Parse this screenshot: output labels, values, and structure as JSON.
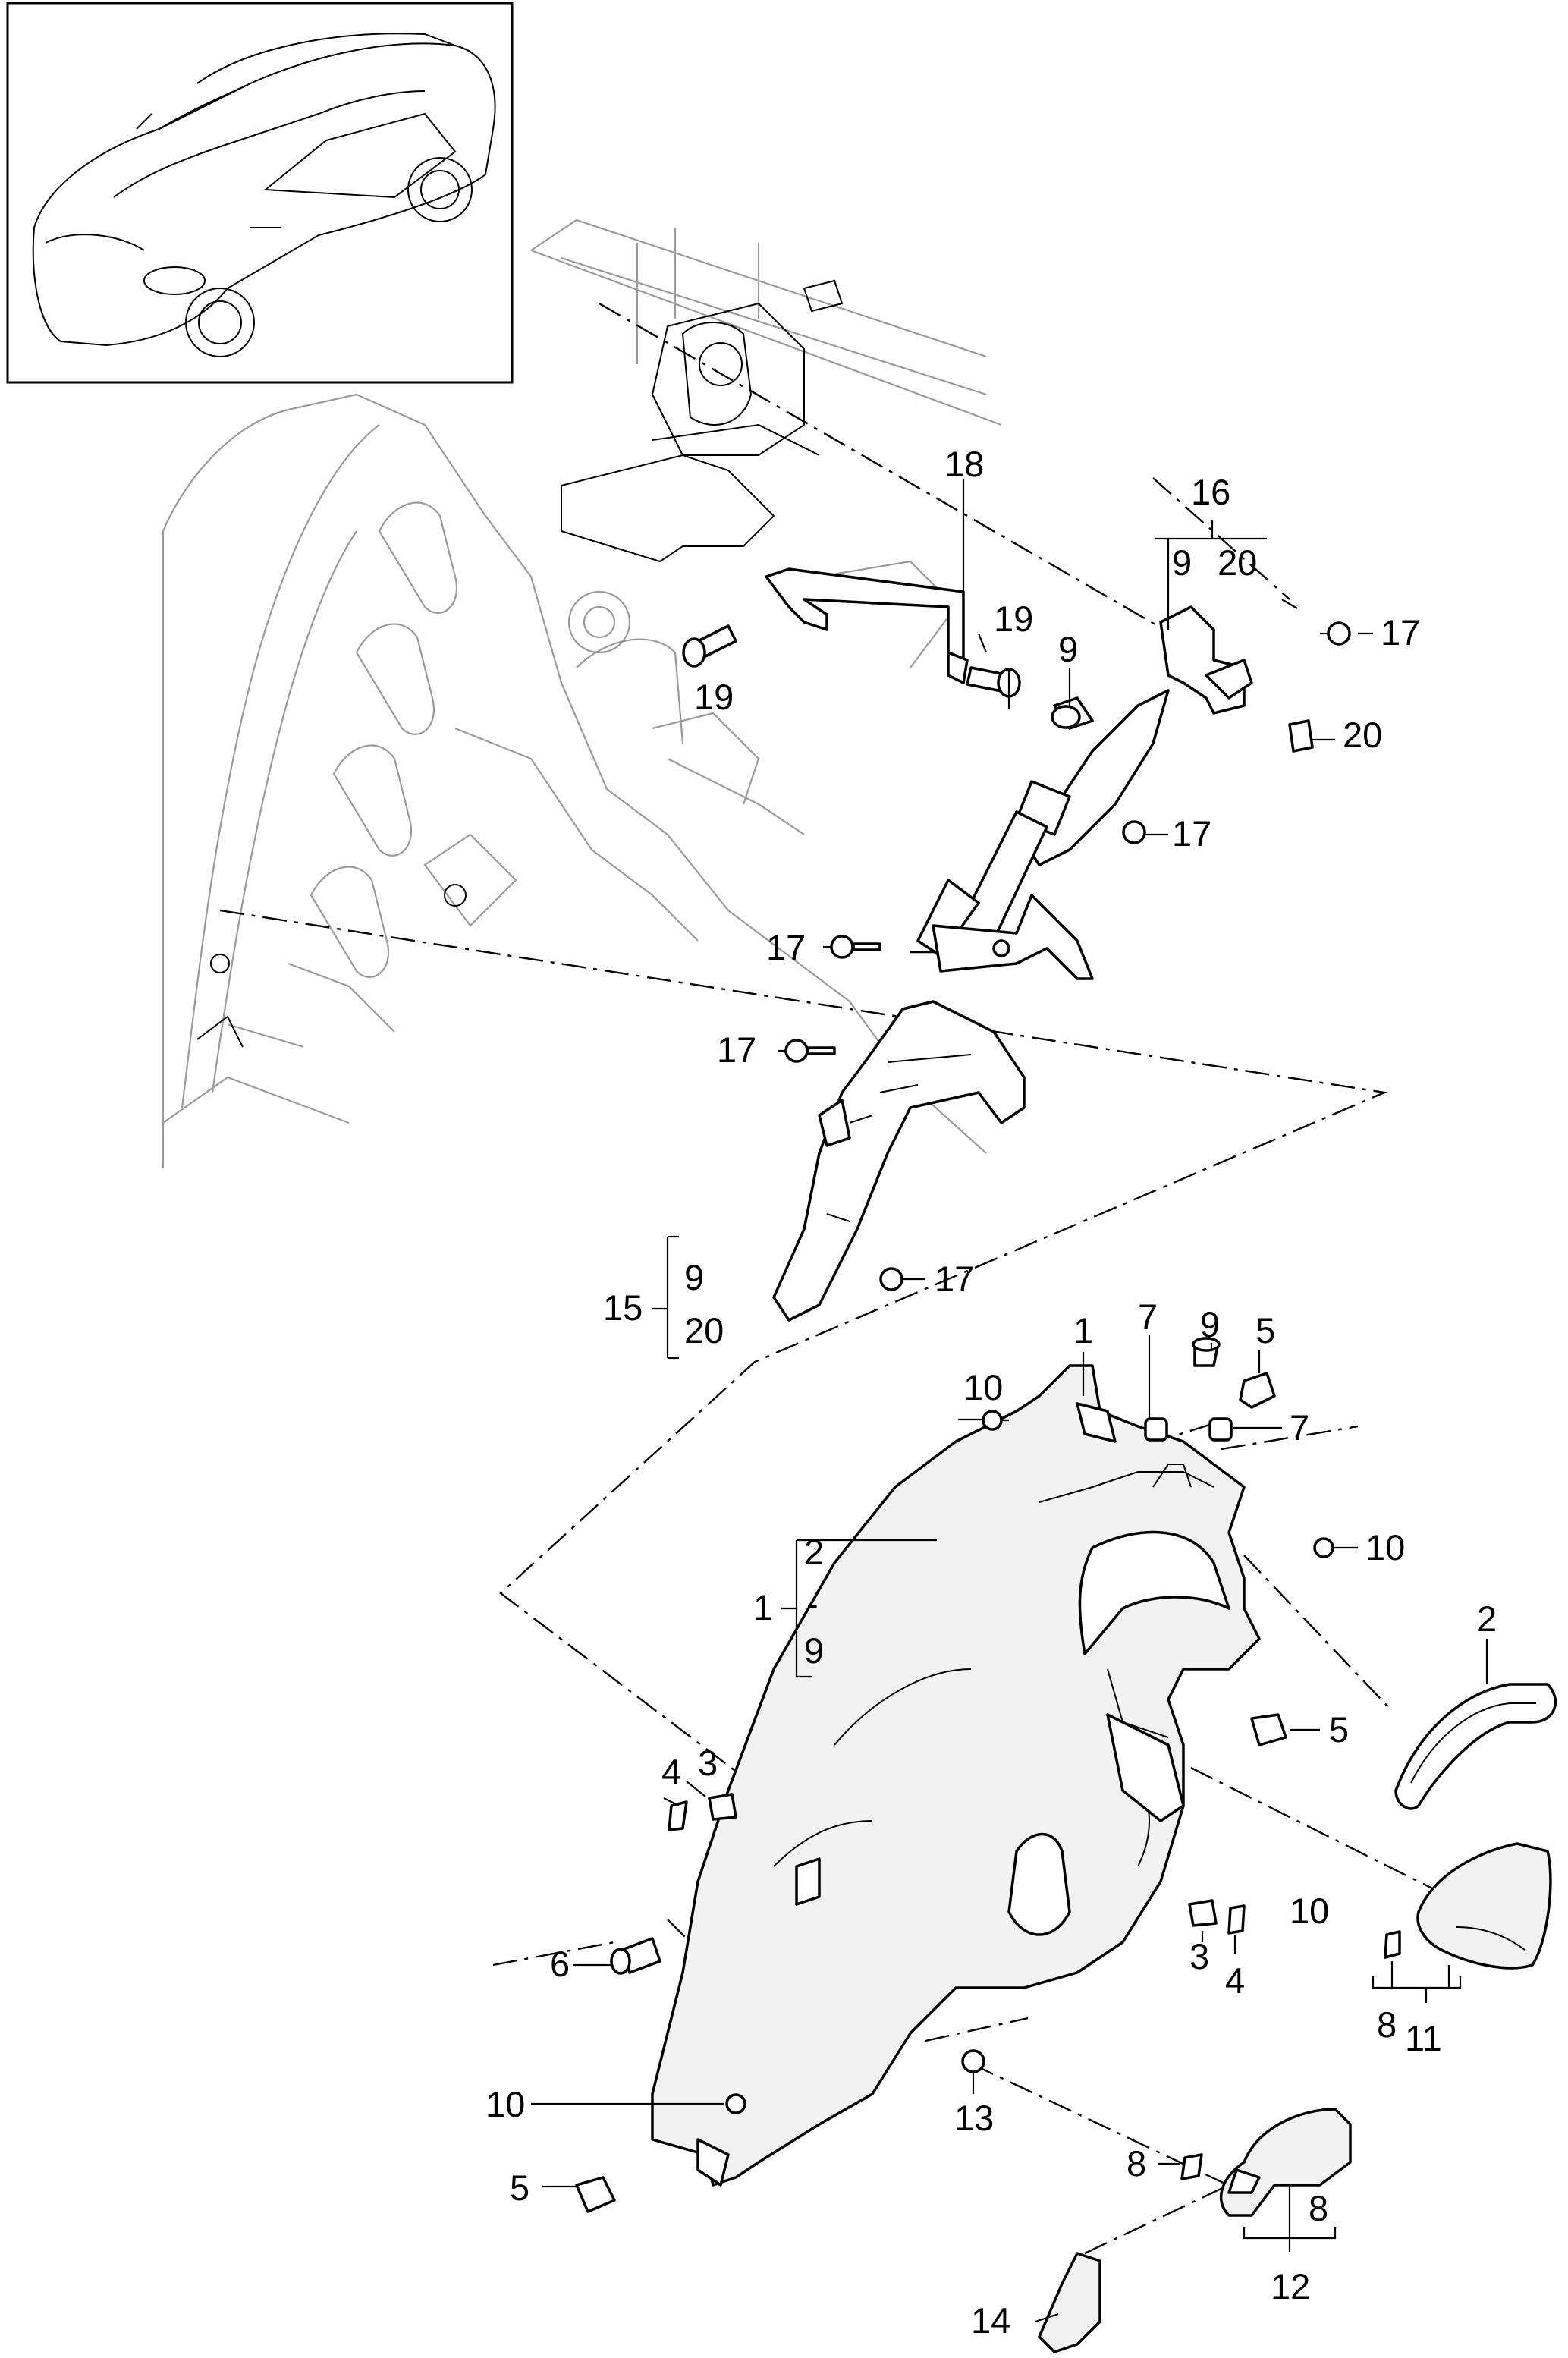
{
  "labels": {
    "c1": "1",
    "c2": "2",
    "c3a": "3",
    "c3b": "3",
    "c4a": "4",
    "c4b": "4",
    "c5a": "5",
    "c5b": "5",
    "c5c": "5",
    "c6": "6",
    "c7a": "7",
    "c7b": "7",
    "c8a": "8",
    "c8b": "8",
    "c8c": "8",
    "c9a": "9",
    "c9b": "9",
    "c10a": "10",
    "c10b": "10",
    "c10c": "10",
    "c10d": "10",
    "c11": "11",
    "c12": "12",
    "c13": "13",
    "c14": "14",
    "c15": "15",
    "c15_9": "9",
    "c15_20": "20",
    "c16": "16",
    "c16_9": "9",
    "c16_20": "20",
    "c17a": "17",
    "c17b": "17",
    "c17c": "17",
    "c17d": "17",
    "c17e": "17",
    "c18": "18",
    "c19a": "19",
    "c19b": "19",
    "c20": "20",
    "g1": "1",
    "g1_2": "2",
    "g1_dash": "-",
    "g1_9": "9"
  }
}
